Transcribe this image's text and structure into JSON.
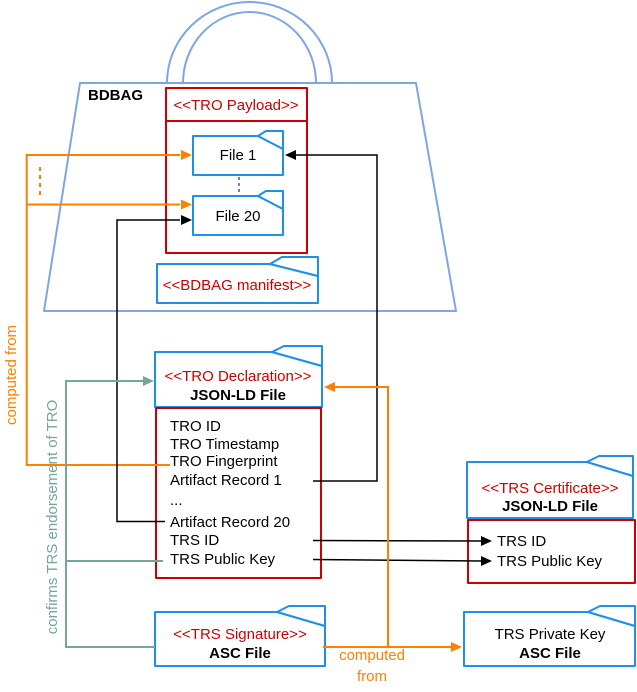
{
  "colors": {
    "red": "#CC0000",
    "file_blue": "#1E90E8",
    "bag_blue": "#7EA6E0",
    "orange": "#FF8000",
    "teal": "#74A797",
    "connector_black": "#000000",
    "dashed_blue": "#3A52CC"
  },
  "bag": {
    "label": "BDBAG"
  },
  "payload": {
    "stereotype": "<<TRO Payload>>",
    "files": [
      "File 1",
      "File 20"
    ]
  },
  "manifest": {
    "stereotype": "<<BDBAG manifest>>"
  },
  "tro_declaration": {
    "stereotype": "<<TRO Declaration>>",
    "title": "JSON-LD File",
    "fields": [
      "TRO ID",
      "TRO Timestamp",
      "TRO Fingerprint",
      "Artifact Record 1",
      "...",
      "Artifact Record 20",
      "TRS ID",
      "TRS Public Key"
    ]
  },
  "trs_certificate": {
    "stereotype": "<<TRS Certificate>>",
    "title": "JSON-LD File",
    "fields": [
      "TRS ID",
      "TRS Public Key"
    ]
  },
  "trs_signature": {
    "stereotype": "<<TRS Signature>>",
    "title": "ASC File"
  },
  "trs_private_key": {
    "name": "TRS Private Key",
    "title": "ASC File"
  },
  "labels": {
    "computed_from_vertical": "computed from",
    "computed_from_line1": "computed",
    "computed_from_line2": "from",
    "endorsement": "confirms TRS endorsement of TRO"
  }
}
